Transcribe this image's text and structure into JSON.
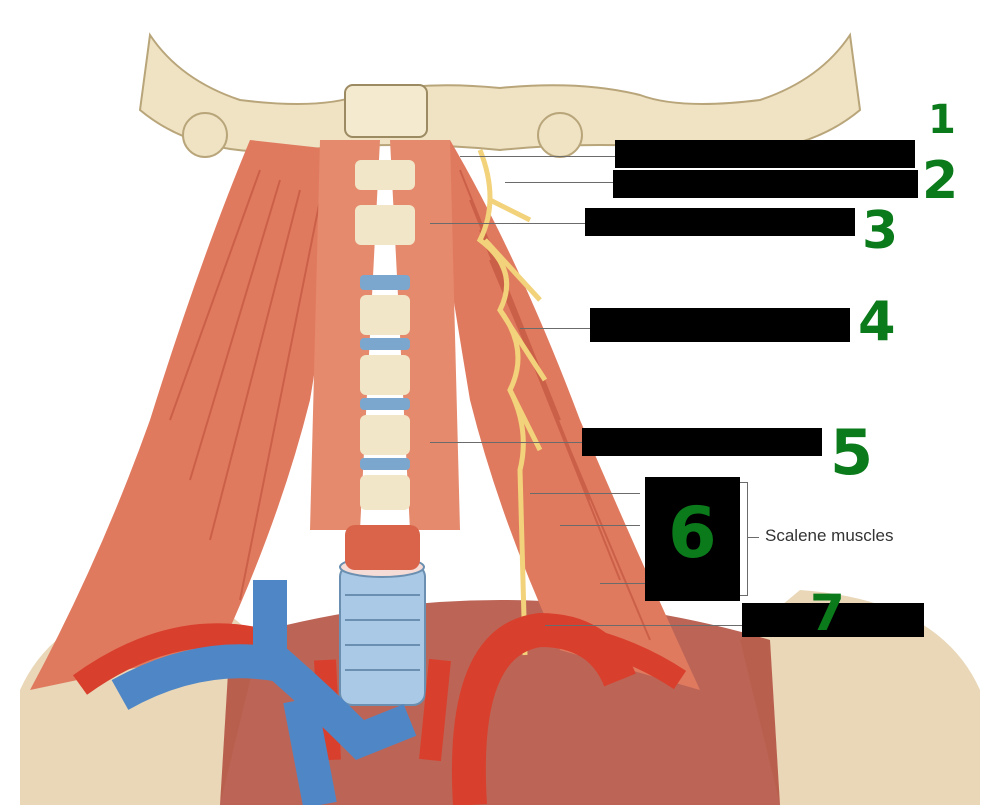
{
  "caption": "Scalene muscles",
  "hidden_labels": [
    {
      "number": "1"
    },
    {
      "number": "2"
    },
    {
      "number": "3"
    },
    {
      "number": "4"
    },
    {
      "number": "5"
    },
    {
      "number": "6"
    },
    {
      "number": "7"
    }
  ],
  "colors": {
    "muscle": "#e07a5f",
    "muscle_dark": "#c2553f",
    "bone": "#efe3c4",
    "artery": "#d8402d",
    "vein": "#4f86c6",
    "nerve": "#f2d27a",
    "trachea": "#a9c9e6",
    "tendon": "#bcd3e6",
    "number_ink": "#0a7a1a"
  }
}
